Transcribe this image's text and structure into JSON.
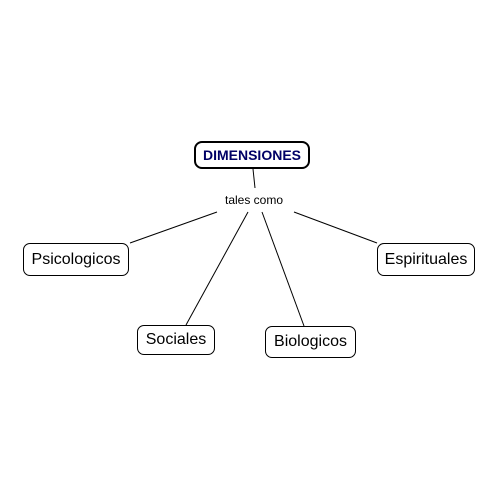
{
  "diagram": {
    "root": {
      "label": "DIMENSIONES",
      "color": "#000066"
    },
    "linking_phrase": "tales como",
    "children": [
      {
        "label": "Psicologicos"
      },
      {
        "label": "Sociales"
      },
      {
        "label": "Biologicos"
      },
      {
        "label": "Espirituales"
      }
    ]
  }
}
